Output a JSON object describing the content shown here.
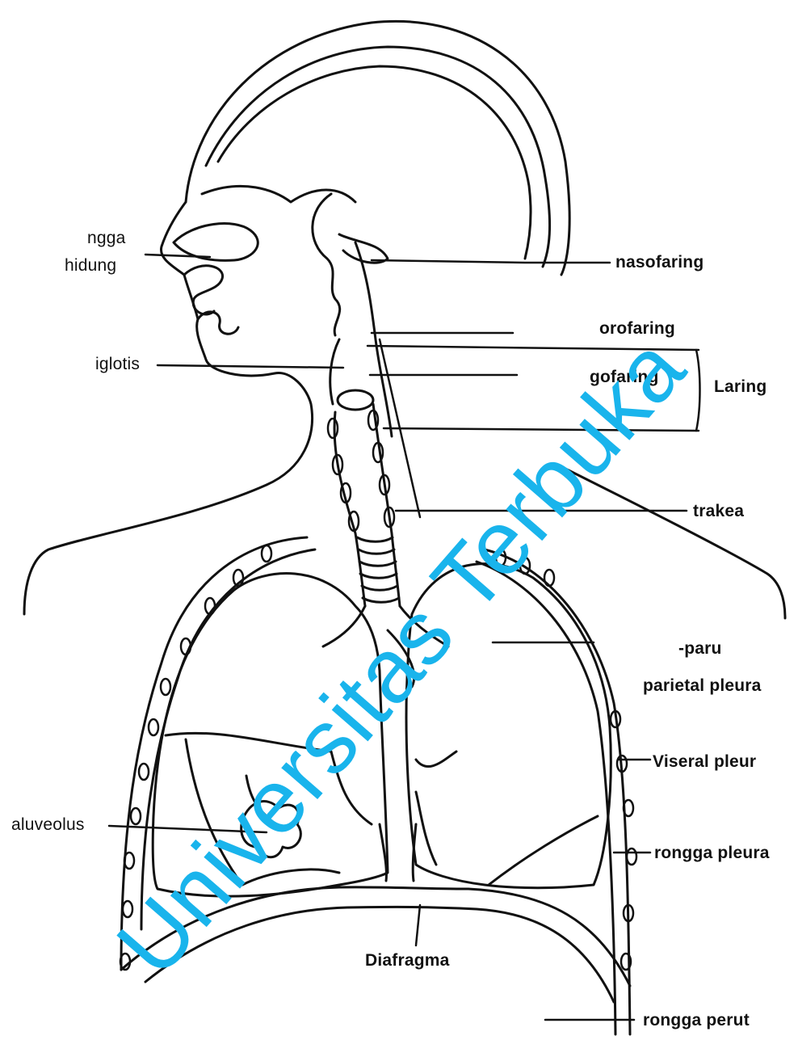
{
  "labels": {
    "rongga_hidung_1": "ngga",
    "rongga_hidung_2": "hidung",
    "epiglotis": "iglotis",
    "aluveolus": "aluveolus",
    "nasofaring": "nasofaring",
    "orofaring": "orofaring",
    "laringofaring": "gofaring",
    "laring": "Laring",
    "trakea": "trakea",
    "paru": "-paru",
    "parietal_pleura": "parietal pleura",
    "viseral_pleura": "Viseral pleur",
    "rongga_pleura": "rongga pleura",
    "diafragma": "Diafragma",
    "rongga_perut": "rongga perut"
  },
  "watermark": "Universitas Terbuka",
  "colors": {
    "line": "#111111",
    "watermark": "#19b4ec"
  }
}
